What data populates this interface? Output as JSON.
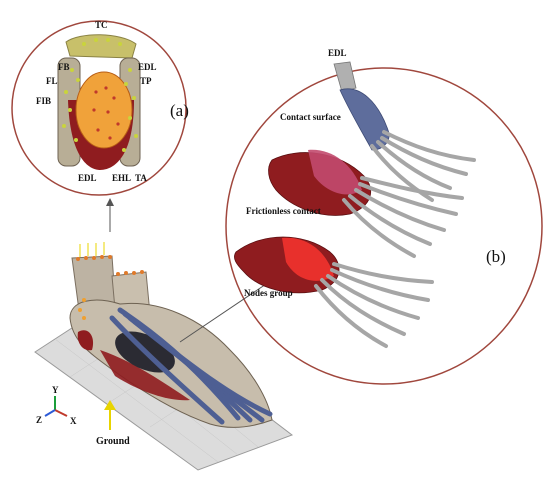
{
  "panel_a": {
    "letter": "(a)",
    "labels": {
      "tc": "TC",
      "fb": "FB",
      "fl": "FL",
      "fib": "FIB",
      "edl_top": "EDL",
      "tp": "TP",
      "edl_bottom": "EDL",
      "ehl": "EHL",
      "ta": "TA"
    }
  },
  "panel_b": {
    "letter": "(b)",
    "labels": {
      "edl": "EDL",
      "contact_surface": "Contact surface",
      "frictionless_contact": "Frictionless contact",
      "nodes_group": "Nodes group"
    }
  },
  "main": {
    "ground_label": "Ground",
    "axes": {
      "y": "Y",
      "z": "Z",
      "x": "X"
    }
  },
  "colors": {
    "circle_outline": "#a0473d",
    "bone": "#cfc7b8",
    "tendon_blue": "#5e6d9c",
    "tissue_red": "#8f1c1f",
    "nodes_red": "#e8302c",
    "pink": "#c24a6e",
    "ground_plate": "#d9d9d9",
    "arrow_yellow": "#e8d400"
  }
}
